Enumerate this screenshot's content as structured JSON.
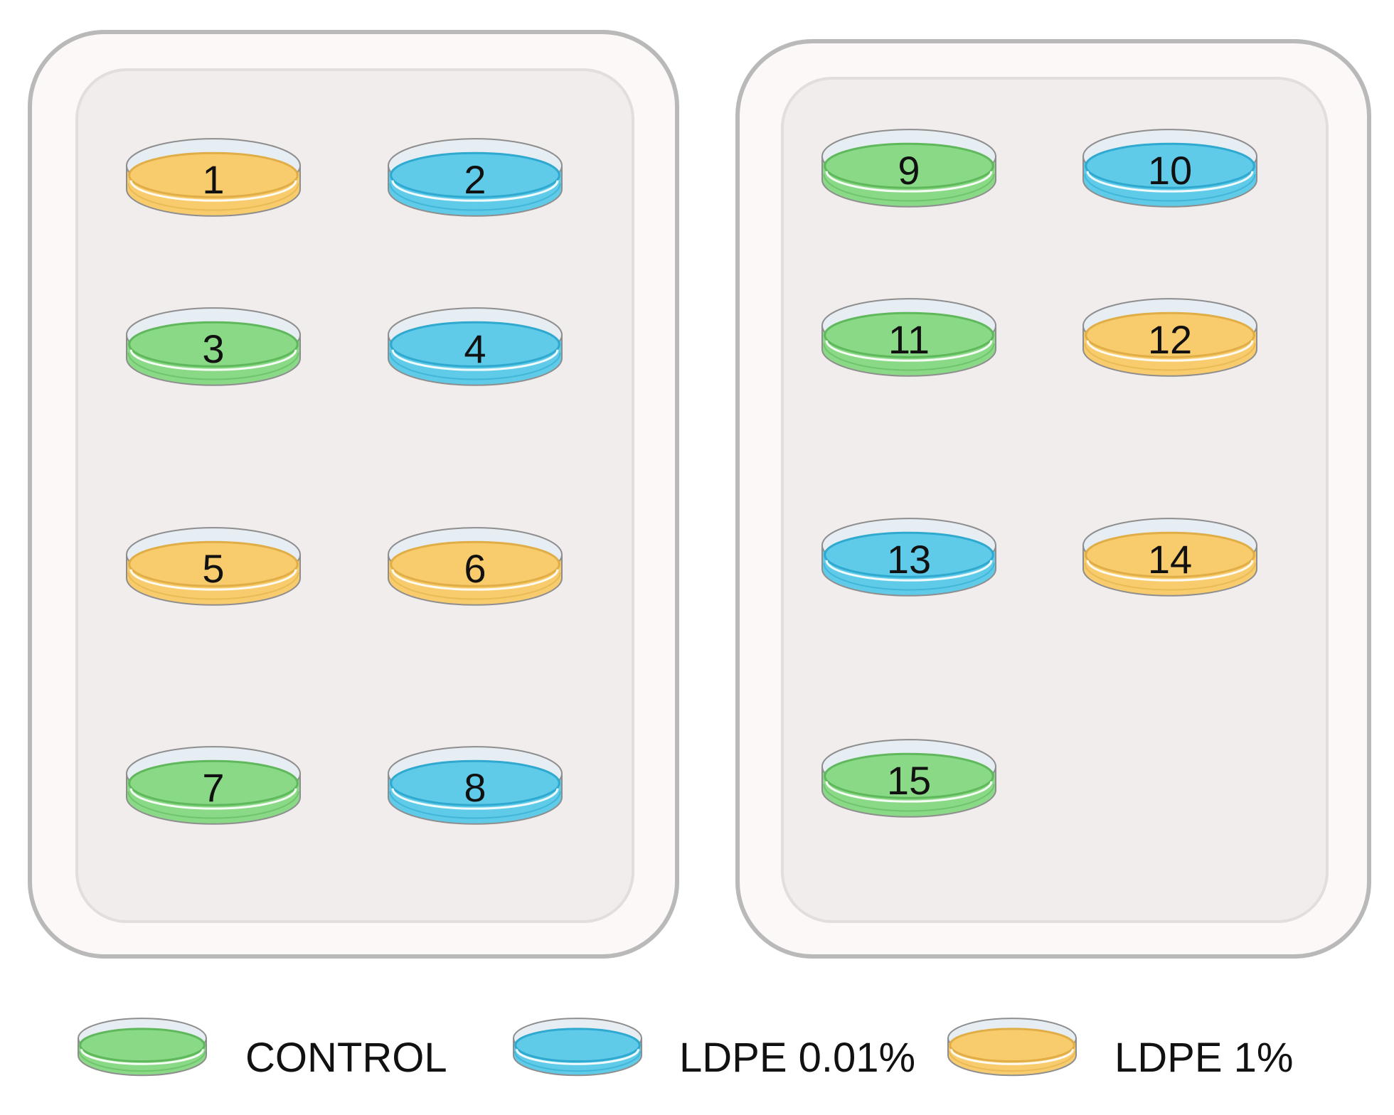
{
  "categories": {
    "control": {
      "label": "CONTROL",
      "color": "#8ad986",
      "edge": "#5fb85b"
    },
    "ldpe_001": {
      "label": "LDPE 0.01%",
      "color": "#5fcbe9",
      "edge": "#2fa9cf"
    },
    "ldpe_1": {
      "label": "LDPE 1%",
      "color": "#f8cc6c",
      "edge": "#e0ad46"
    }
  },
  "trays": [
    {
      "dishes": [
        {
          "label": "1",
          "category": "ldpe_1"
        },
        {
          "label": "2",
          "category": "ldpe_001"
        },
        {
          "label": "3",
          "category": "control"
        },
        {
          "label": "4",
          "category": "ldpe_001"
        },
        {
          "label": "5",
          "category": "ldpe_1"
        },
        {
          "label": "6",
          "category": "ldpe_1"
        },
        {
          "label": "7",
          "category": "control"
        },
        {
          "label": "8",
          "category": "ldpe_001"
        }
      ]
    },
    {
      "dishes": [
        {
          "label": "9",
          "category": "control"
        },
        {
          "label": "10",
          "category": "ldpe_001"
        },
        {
          "label": "11",
          "category": "control"
        },
        {
          "label": "12",
          "category": "ldpe_1"
        },
        {
          "label": "13",
          "category": "ldpe_001"
        },
        {
          "label": "14",
          "category": "ldpe_1"
        },
        {
          "label": "15",
          "category": "control"
        }
      ]
    }
  ],
  "legend": [
    "control",
    "ldpe_001",
    "ldpe_1"
  ]
}
